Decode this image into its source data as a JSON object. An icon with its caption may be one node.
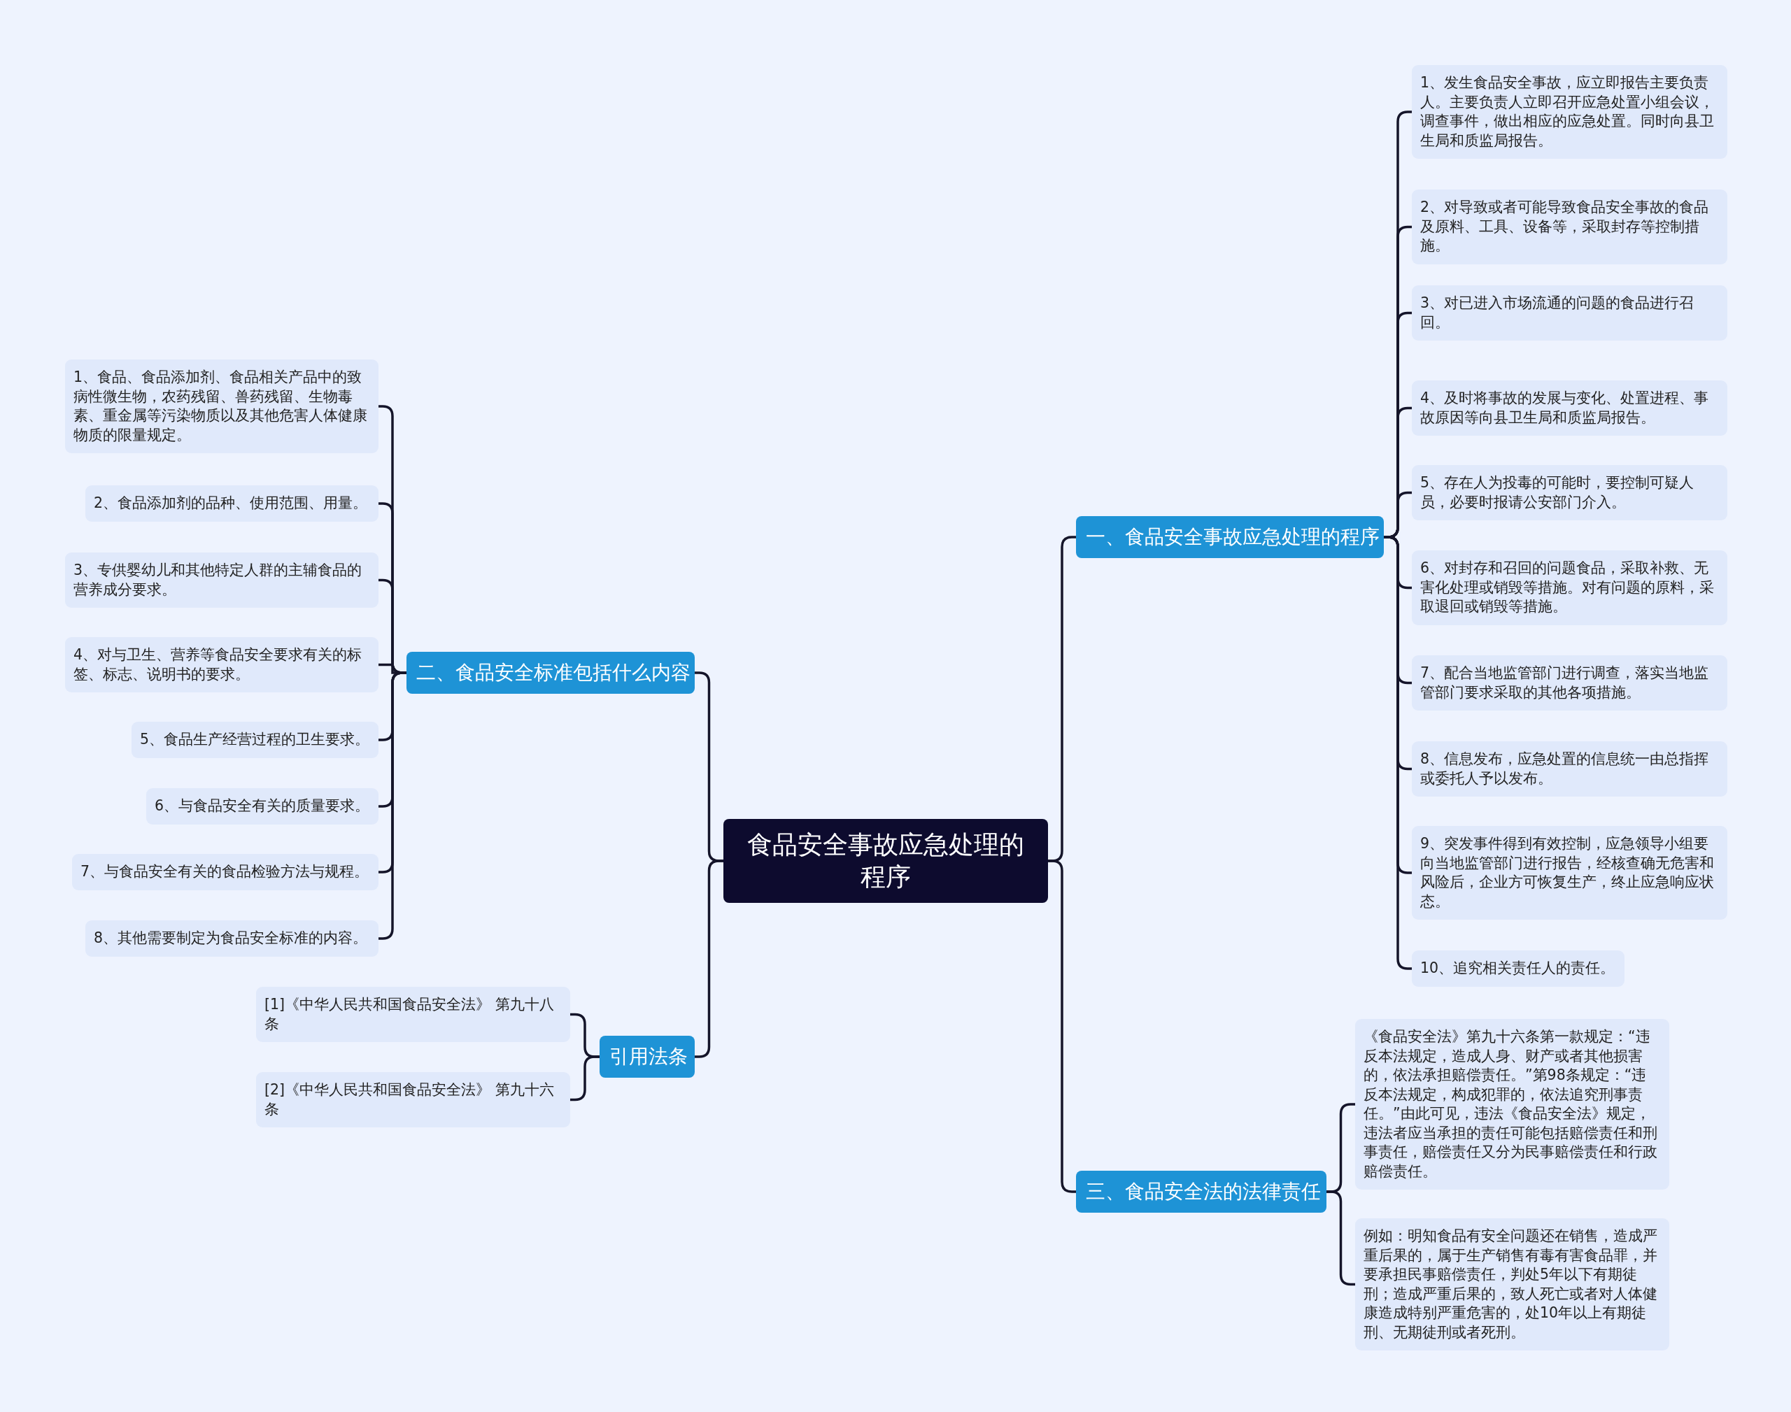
{
  "diagram": {
    "nodes": [
      {
        "text": [
          "食品安全事故应急处理的程序"
        ]
      },
      {
        "text": [
          "一、食品安全事故应急处理的程序"
        ]
      },
      {
        "text": [
          "1、发生食品安全事故，应立即报告主要负责人。主要负责人立即召开应急处置小组会议，调查事件，做出相应的应急处置。同时向县卫生局和质监局报告。"
        ]
      },
      {
        "text": [
          "2、对导致或者可能导致食品安全事故的食品及原料、工具、设备等，采取封存等控制措施。"
        ]
      },
      {
        "text": [
          "3、对已进入市场流通的问题的食品进行召回。"
        ]
      },
      {
        "text": [
          "4、及时将事故的发展与变化、处置进程、事故原因等向县卫生局和质监局报告。"
        ]
      },
      {
        "text": [
          "5、存在人为投毒的可能时，要控制可疑人员，必要时报请公安部门介入。"
        ]
      },
      {
        "text": [
          "6、对封存和召回的问题食品，采取补救、无害化处理或销毁等措施。对有问题的原料，采取退回或销毁等措施。"
        ]
      },
      {
        "text": [
          "7、配合当地监管部门进行调查，落实当地监管部门要求采取的其他各项措施。"
        ]
      },
      {
        "text": [
          "8、信息发布，应急处置的信息统一由总指挥或委托人予以发布。"
        ]
      },
      {
        "text": [
          "9、突发事件得到有效控制，应急领导小组要向当地监管部门进行报告，经核查确无危害和风险后，企业方可恢复生产，终止应急响应状态。"
        ]
      },
      {
        "text": [
          "10、追究相关责任人的责任。"
        ]
      },
      {
        "text": [
          "二、食品安全标准包括什么内容"
        ]
      },
      {
        "text": [
          "1、食品、食品添加剂、食品相关产品中的致病性微生物，农药残留、兽药残留、生物毒素、重金属等污染物质以及其他危害人体健康物质的限量规定。"
        ]
      },
      {
        "text": [
          "2、食品添加剂的品种、使用范围、用量。"
        ]
      },
      {
        "text": [
          "3、专供婴幼儿和其他特定人群的主辅食品的营养成分要求。"
        ]
      },
      {
        "text": [
          "4、对与卫生、营养等食品安全要求有关的标签、标志、说明书的要求。"
        ]
      },
      {
        "text": [
          "5、食品生产经营过程的卫生要求。"
        ]
      },
      {
        "text": [
          "6、与食品安全有关的质量要求。"
        ]
      },
      {
        "text": [
          "7、与食品安全有关的食品检验方法与规程。"
        ]
      },
      {
        "text": [
          "8、其他需要制定为食品安全标准的内容。"
        ]
      },
      {
        "text": [
          "引用法条"
        ]
      },
      {
        "text": [
          "[1]《中华人民共和国食品安全法》 第九十八条"
        ]
      },
      {
        "text": [
          "[2]《中华人民共和国食品安全法》 第九十六条"
        ]
      },
      {
        "text": [
          "三、食品安全法的法律责任"
        ]
      },
      {
        "text": [
          "《食品安全法》第九十六条第一款规定：“违反本法规定，造成人身、财产或者其他损害的，依法承担赔偿责任。”第98条规定：“违反本法规定，构成犯罪的，依法追究刑事责任。”由此可见，违法《食品安全法》规定，违法者应当承担的责任可能包括赔偿责任和刑事责任，赔偿责任又分为民事赔偿责任和行政赔偿责任。"
        ]
      },
      {
        "text": [
          "例如：明知食品有安全问题还在销售，造成严重后果的，属于生产销售有毒有害食品罪，并要承担民事赔偿责任，判处5年以下有期徒刑；造成严重后果的，致人死亡或者对人体健康造成特别严重危害的，处10年以上有期徒刑、无期徒刑或者死刑。"
        ]
      }
    ],
    "edges": [
      {
        "from": 0,
        "to": 1,
        "arrow": "none"
      },
      {
        "from": 1,
        "to": 2,
        "arrow": "none"
      },
      {
        "from": 1,
        "to": 3,
        "arrow": "none"
      },
      {
        "from": 1,
        "to": 4,
        "arrow": "none"
      },
      {
        "from": 1,
        "to": 5,
        "arrow": "none"
      },
      {
        "from": 1,
        "to": 6,
        "arrow": "none"
      },
      {
        "from": 1,
        "to": 7,
        "arrow": "none"
      },
      {
        "from": 1,
        "to": 8,
        "arrow": "none"
      },
      {
        "from": 1,
        "to": 9,
        "arrow": "none"
      },
      {
        "from": 1,
        "to": 10,
        "arrow": "none"
      },
      {
        "from": 1,
        "to": 11,
        "arrow": "none"
      },
      {
        "from": 0,
        "to": 12,
        "arrow": "none"
      },
      {
        "from": 12,
        "to": 13,
        "arrow": "none"
      },
      {
        "from": 12,
        "to": 14,
        "arrow": "none"
      },
      {
        "from": 12,
        "to": 15,
        "arrow": "none"
      },
      {
        "from": 12,
        "to": 16,
        "arrow": "none"
      },
      {
        "from": 12,
        "to": 17,
        "arrow": "none"
      },
      {
        "from": 12,
        "to": 18,
        "arrow": "none"
      },
      {
        "from": 12,
        "to": 19,
        "arrow": "none"
      },
      {
        "from": 12,
        "to": 20,
        "arrow": "none"
      },
      {
        "from": 0,
        "to": 21,
        "arrow": "none"
      },
      {
        "from": 21,
        "to": 22,
        "arrow": "none"
      },
      {
        "from": 21,
        "to": 23,
        "arrow": "none"
      },
      {
        "from": 0,
        "to": 24,
        "arrow": "none"
      },
      {
        "from": 24,
        "to": 25,
        "arrow": "none"
      },
      {
        "from": 24,
        "to": 26,
        "arrow": "none"
      }
    ]
  }
}
